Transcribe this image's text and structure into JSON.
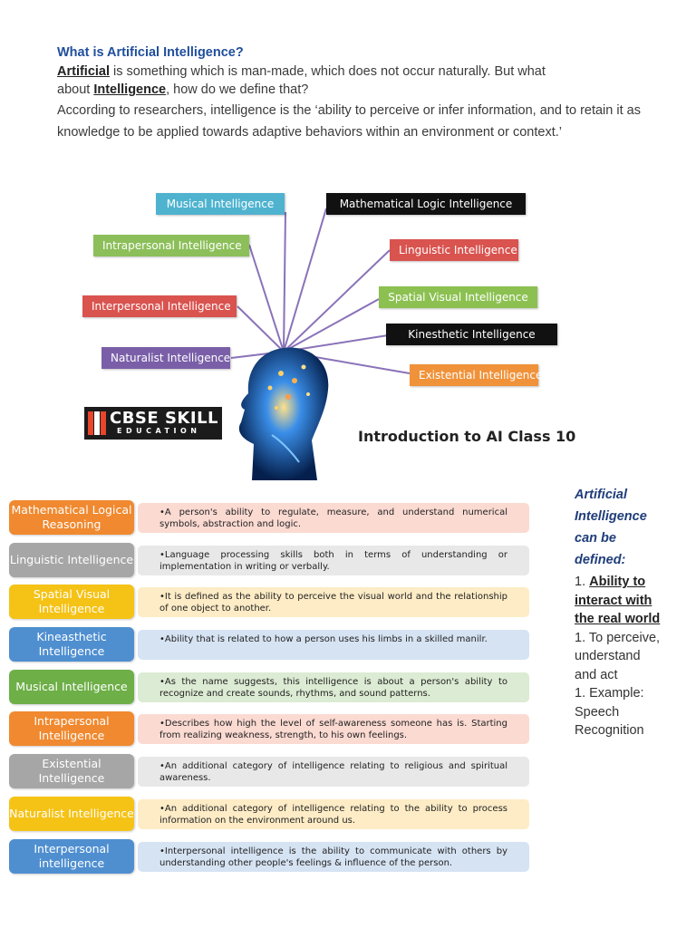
{
  "intro": {
    "question": "What is Artificial Intelligence?",
    "term_artificial": "Artificial",
    "line1_rest": " is something which is man-made, which does not occur naturally. But what",
    "line2_pre": "about ",
    "term_intelligence": "Intelligence",
    "line2_rest": ", how do we define that?",
    "line3": "According to researchers, intelligence is the ‘ability to perceive or infer information, and to retain it as knowledge to be applied towards adaptive behaviors within an environment or context.’"
  },
  "diagram": {
    "labels": [
      {
        "text": "Musical Intelligence",
        "color": "#4fb3cf"
      },
      {
        "text": "Mathematical Logic Intelligence",
        "color": "#111111"
      },
      {
        "text": "Intrapersonal Intelligence",
        "color": "#8cbf5a"
      },
      {
        "text": "Linguistic Intelligence",
        "color": "#d9534f"
      },
      {
        "text": "Interpersonal Intelligence",
        "color": "#d9534f"
      },
      {
        "text": "Spatial Visual Intelligence",
        "color": "#8cc152"
      },
      {
        "text": "Kinesthetic Intelligence",
        "color": "#111111"
      },
      {
        "text": "Naturalist Intelligence",
        "color": "#7a5fa8"
      },
      {
        "text": "Existential Intelligence",
        "color": "#f0923a"
      }
    ],
    "logo_big": "CBSE SKILL",
    "logo_small": "EDUCATION",
    "subtitle": "Introduction to AI Class 10"
  },
  "types": [
    {
      "name": "Mathematical Logical Reasoning",
      "color": "#f0892f",
      "bg": "#fbdad2",
      "desc": "•A person's ability to regulate, measure, and understand numerical symbols, abstraction and logic."
    },
    {
      "name": "Linguistic Intelligence",
      "color": "#a6a6a6",
      "bg": "#e8e8e8",
      "desc": "•Language processing skills both in terms of understanding or implementation in writing or verbally."
    },
    {
      "name": "Spatial Visual Intelligence",
      "color": "#f5c216",
      "bg": "#fdecc6",
      "desc": "•It is defined as the ability to perceive the visual world and the relationship of one object to another."
    },
    {
      "name": "Kineasthetic Intelligence",
      "color": "#4f8fd0",
      "bg": "#d6e3f3",
      "desc": "•Ability that is related to how a person uses his limbs in a skilled manilr."
    },
    {
      "name": "Musical Intelligence",
      "color": "#6eaf48",
      "bg": "#dcebd3",
      "desc": "•As the name suggests, this intelligence is about a person's ability to recognize and create sounds, rhythms, and sound patterns."
    },
    {
      "name": "Intrapersonal Intelligence",
      "color": "#f0892f",
      "bg": "#fbdad2",
      "desc": "•Describes how high the level of self-awareness someone has is. Starting from realizing weakness, strength, to his own feelings."
    },
    {
      "name": "Existential Intelligence",
      "color": "#a6a6a6",
      "bg": "#e8e8e8",
      "desc": "•An additional category of intelligence relating to religious and spiritual awareness."
    },
    {
      "name": "Naturalist Intelligence",
      "color": "#f5c216",
      "bg": "#fdecc6",
      "desc": "•An additional category of intelligence relating to the ability to process information on the environment around us."
    },
    {
      "name": "Interpersonal intelligence",
      "color": "#4f8fd0",
      "bg": "#d6e3f3",
      "desc": "•Interpersonal intelligence is the ability to communicate with others by understanding other people's feelings & influence of the person."
    }
  ],
  "side": {
    "heading": "Artificial Intelligence can be defined:",
    "item1_num": "1. ",
    "item1_bold": "Ability to interact with the real world",
    "item2": "1. To perceive, understand and act",
    "item3": "1. Example: Speech Recognition"
  }
}
